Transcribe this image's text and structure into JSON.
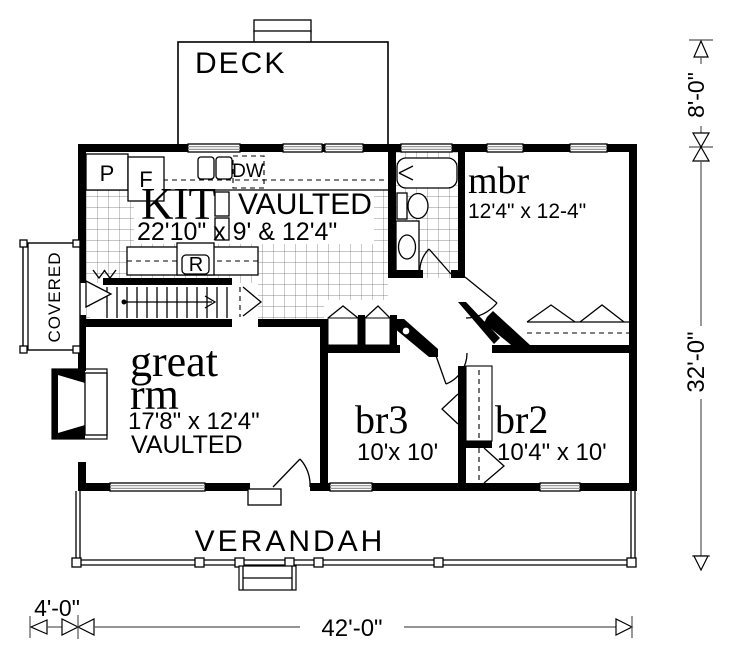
{
  "rooms": {
    "deck": {
      "label": "DECK"
    },
    "kitchen": {
      "name": "KIT",
      "vaulted": "VAULTED",
      "dims": "22'10\" x 9' & 12'4\""
    },
    "master_bedroom": {
      "name": "mbr",
      "dims": "12'4\" x 12-4\""
    },
    "great_room": {
      "name_line1": "great",
      "name_line2": "rm",
      "dims": "17'8\" x 12'4\"",
      "vaulted": "VAULTED"
    },
    "bedroom3": {
      "name": "br3",
      "dims": "10'x 10'"
    },
    "bedroom2": {
      "name": "br2",
      "dims": "10'4\" x 10'"
    },
    "verandah": {
      "label": "VERANDAH"
    },
    "covered_porch": {
      "label": "COVERED"
    }
  },
  "appliances": {
    "pantry": "P",
    "fridge": "F",
    "dishwasher": "DW",
    "range": "R"
  },
  "dimensions": {
    "deck_depth": "8'-0\"",
    "overall_depth": "32'-0\"",
    "porch_projection": "4'-0\"",
    "overall_width": "42'-0\""
  },
  "colors": {
    "walls": "#000000",
    "paper": "#ffffff",
    "tile_lines": "#666666",
    "window_glass": "#999999"
  }
}
